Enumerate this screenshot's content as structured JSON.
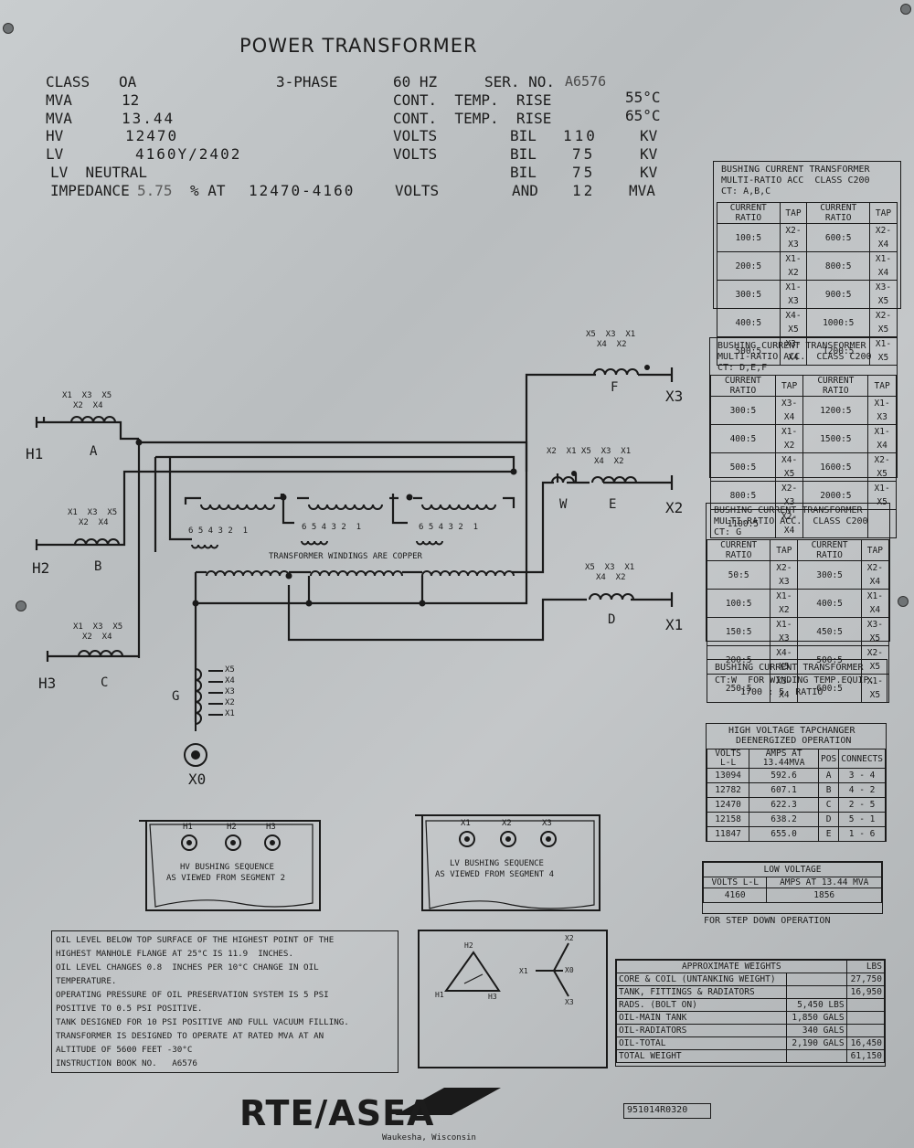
{
  "title": "POWER TRANSFORMER",
  "ratings": {
    "class_label": "CLASS",
    "class_value": "OA",
    "phase": "3-PHASE",
    "freq": "60 HZ",
    "ser_label": "SER. NO.",
    "ser_value": "A6576",
    "mva1_label": "MVA",
    "mva1_value": "12",
    "mva2_label": "MVA",
    "mva2_value": "13.44",
    "hv_label": "HV",
    "hv_value": "12470",
    "lv_label": "LV",
    "lv_value": "4160Y/2402",
    "lvn_label": "LV  NEUTRAL",
    "imp_label": "IMPEDANCE",
    "imp_value": "5.75",
    "imp_at": "% AT",
    "imp_volts": "12470-4160",
    "row1_mid": "CONT.  TEMP.  RISE",
    "row1_val": "55°C",
    "row2_mid": "CONT.  TEMP.  RISE",
    "row2_val": "65°C",
    "row3_mid": "VOLTS",
    "row3_bil": "BIL",
    "row3_num": "110",
    "row3_unit": "KV",
    "row4_mid": "VOLTS",
    "row4_bil": "BIL",
    "row4_num": "75",
    "row4_unit": "KV",
    "row5_bil": "BIL",
    "row5_num": "75",
    "row5_unit": "KV",
    "row6_mid": "VOLTS",
    "row6_and": "AND",
    "row6_num": "12",
    "row6_unit": "MVA"
  },
  "bct1": {
    "heading1": "BUSHING CURRENT TRANSFORMER",
    "heading2": "MULTI-RATIO ACC  CLASS C200",
    "heading3": "CT: A,B,C",
    "col1": "CURRENT RATIO",
    "col2": "TAP",
    "col3": "CURRENT RATIO",
    "col4": "TAP",
    "rows": [
      [
        "100:5",
        "X2-X3",
        "600:5",
        "X2-X4"
      ],
      [
        "200:5",
        "X1-X2",
        "800:5",
        "X1-X4"
      ],
      [
        "300:5",
        "X1-X3",
        "900:5",
        "X3-X5"
      ],
      [
        "400:5",
        "X4-X5",
        "1000:5",
        "X2-X5"
      ],
      [
        "500:5",
        "X3-X4",
        "1200:5",
        "X1-X5"
      ]
    ]
  },
  "bct2": {
    "heading1": "BUSHING CURRENT TRANSFORMER",
    "heading2": "MULTI-RATIO ACC.  CLASS C200",
    "heading3": "CT: D,E,F",
    "col1": "CURRENT RATIO",
    "col2": "TAP",
    "col3": "CURRENT RATIO",
    "col4": "TAP",
    "rows": [
      [
        "300:5",
        "X3-X4",
        "1200:5",
        "X1-X3"
      ],
      [
        "400:5",
        "X1-X2",
        "1500:5",
        "X1-X4"
      ],
      [
        "500:5",
        "X4-X5",
        "1600:5",
        "X2-X5"
      ],
      [
        "800:5",
        "X2-X3",
        "2000:5",
        "X1-X5"
      ],
      [
        "1100:5",
        "X2-X4",
        "",
        ""
      ]
    ]
  },
  "bct3": {
    "heading1": "BUSHING CURRENT TRANSFORMER",
    "heading2": "MULTI-RATIO ACC.  CLASS C200",
    "heading3": "CT: G",
    "col1": "CURRENT RATIO",
    "col2": "TAP",
    "col3": "CURRENT RATIO",
    "col4": "TAP",
    "rows": [
      [
        "50:5",
        "X2-X3",
        "300:5",
        "X2-X4"
      ],
      [
        "100:5",
        "X1-X2",
        "400:5",
        "X1-X4"
      ],
      [
        "150:5",
        "X1-X3",
        "450:5",
        "X3-X5"
      ],
      [
        "200:5",
        "X4-X5",
        "500:5",
        "X2-X5"
      ],
      [
        "250:5",
        "X3-X4",
        "600:5",
        "X1-X5"
      ]
    ]
  },
  "bct4": {
    "line1": "BUSHING CURRENT TRANSFORMER",
    "line2": "CT:W  FOR WINDING TEMP.EQUIP.",
    "line3": "1700 : 5  RATIO"
  },
  "tapchanger": {
    "heading1": "HIGH VOLTAGE TAPCHANGER",
    "heading2": "DEENERGIZED OPERATION",
    "col1": "VOLTS L-L",
    "col2": "AMPS AT 13.44MVA",
    "col3": "POS",
    "col4": "CONNECTS",
    "rows": [
      [
        "13094",
        "592.6",
        "A",
        "3 - 4"
      ],
      [
        "12782",
        "607.1",
        "B",
        "4 - 2"
      ],
      [
        "12470",
        "622.3",
        "C",
        "2 - 5"
      ],
      [
        "12158",
        "638.2",
        "D",
        "5 - 1"
      ],
      [
        "11847",
        "655.0",
        "E",
        "1 - 6"
      ]
    ]
  },
  "lowvoltage": {
    "heading": "LOW VOLTAGE",
    "col1": "VOLTS L-L",
    "col2": "AMPS AT 13.44 MVA",
    "v": "4160",
    "a": "1856",
    "note": "FOR STEP DOWN OPERATION"
  },
  "weights": {
    "heading": "APPROXIMATE WEIGHTS",
    "unit": "LBS",
    "rows": [
      {
        "label": "CORE & COIL (UNTANKING WEIGHT)",
        "sub": "",
        "lbs": "27,750"
      },
      {
        "label": "TANK, FITTINGS & RADIATORS",
        "sub": "",
        "lbs": "16,950"
      },
      {
        "label": "RADS. (BOLT ON)",
        "sub": "5,450 LBS",
        "lbs": ""
      },
      {
        "label": "OIL-MAIN TANK",
        "sub": "1,850 GALS",
        "lbs": ""
      },
      {
        "label": "OIL-RADIATORS",
        "sub": "340 GALS",
        "lbs": ""
      },
      {
        "label": "OIL-TOTAL",
        "sub": "2,190 GALS",
        "lbs": "16,450"
      },
      {
        "label": "TOTAL WEIGHT",
        "sub": "",
        "lbs": "61,150"
      }
    ]
  },
  "notes": {
    "lines": [
      "OIL LEVEL BELOW TOP SURFACE OF THE HIGHEST POINT OF THE",
      "HIGHEST MANHOLE FLANGE AT 25°C IS 11.9  INCHES.",
      "OIL LEVEL CHANGES 0.8  INCHES PER 10°C CHANGE IN OIL",
      "TEMPERATURE.",
      "OPERATING PRESSURE OF OIL PRESERVATION SYSTEM IS 5 PSI",
      "POSITIVE TO 0.5 PSI POSITIVE.",
      "TANK DESIGNED FOR 10 PSI POSITIVE AND FULL VACUUM FILLING.",
      "TRANSFORMER IS DESIGNED TO OPERATE AT RATED MVA AT AN",
      "ALTITUDE OF 5600 FEET -30°C",
      "INSTRUCTION BOOK NO.   A6576"
    ]
  },
  "diagram": {
    "h1": "H1",
    "h2": "H2",
    "h3": "H3",
    "x0": "X0",
    "x1": "X1",
    "x2": "X2",
    "x3": "X3",
    "ctA": "A",
    "ctB": "B",
    "ctC": "C",
    "ctD": "D",
    "ctE": "E",
    "ctF": "F",
    "ctG": "G",
    "ctW": "W",
    "taps_hv": "X1  X3  X5",
    "taps_hv2": "X2  X4",
    "taps_lv": "X5  X3  X1",
    "taps_lv2": "X4  X2",
    "taps_e": "X2  X1 X5  X3  X1",
    "winding_taps": "6 5 4 3 2  1",
    "copper_note": "TRANSFORMER WINDINGS ARE COPPER",
    "g_taps": [
      "X5",
      "X4",
      "X3",
      "X2",
      "X1"
    ]
  },
  "hv_seq": {
    "b1": "H1",
    "b2": "H2",
    "b3": "H3",
    "line1": "HV BUSHING SEQUENCE",
    "line2": "AS VIEWED FROM SEGMENT 2"
  },
  "lv_seq": {
    "b1": "X1",
    "b2": "X2",
    "b3": "X3",
    "line1": "LV BUSHING SEQUENCE",
    "line2": "AS VIEWED FROM SEGMENT 4"
  },
  "vector": {
    "h1": "H1",
    "h2": "H2",
    "h3": "H3",
    "x0": "X0",
    "x1": "X1",
    "x2": "X2",
    "x3": "X3"
  },
  "maker": {
    "logo": "RTE/ASEA",
    "city": "Waukesha, Wisconsin",
    "part": "951014R0320"
  }
}
